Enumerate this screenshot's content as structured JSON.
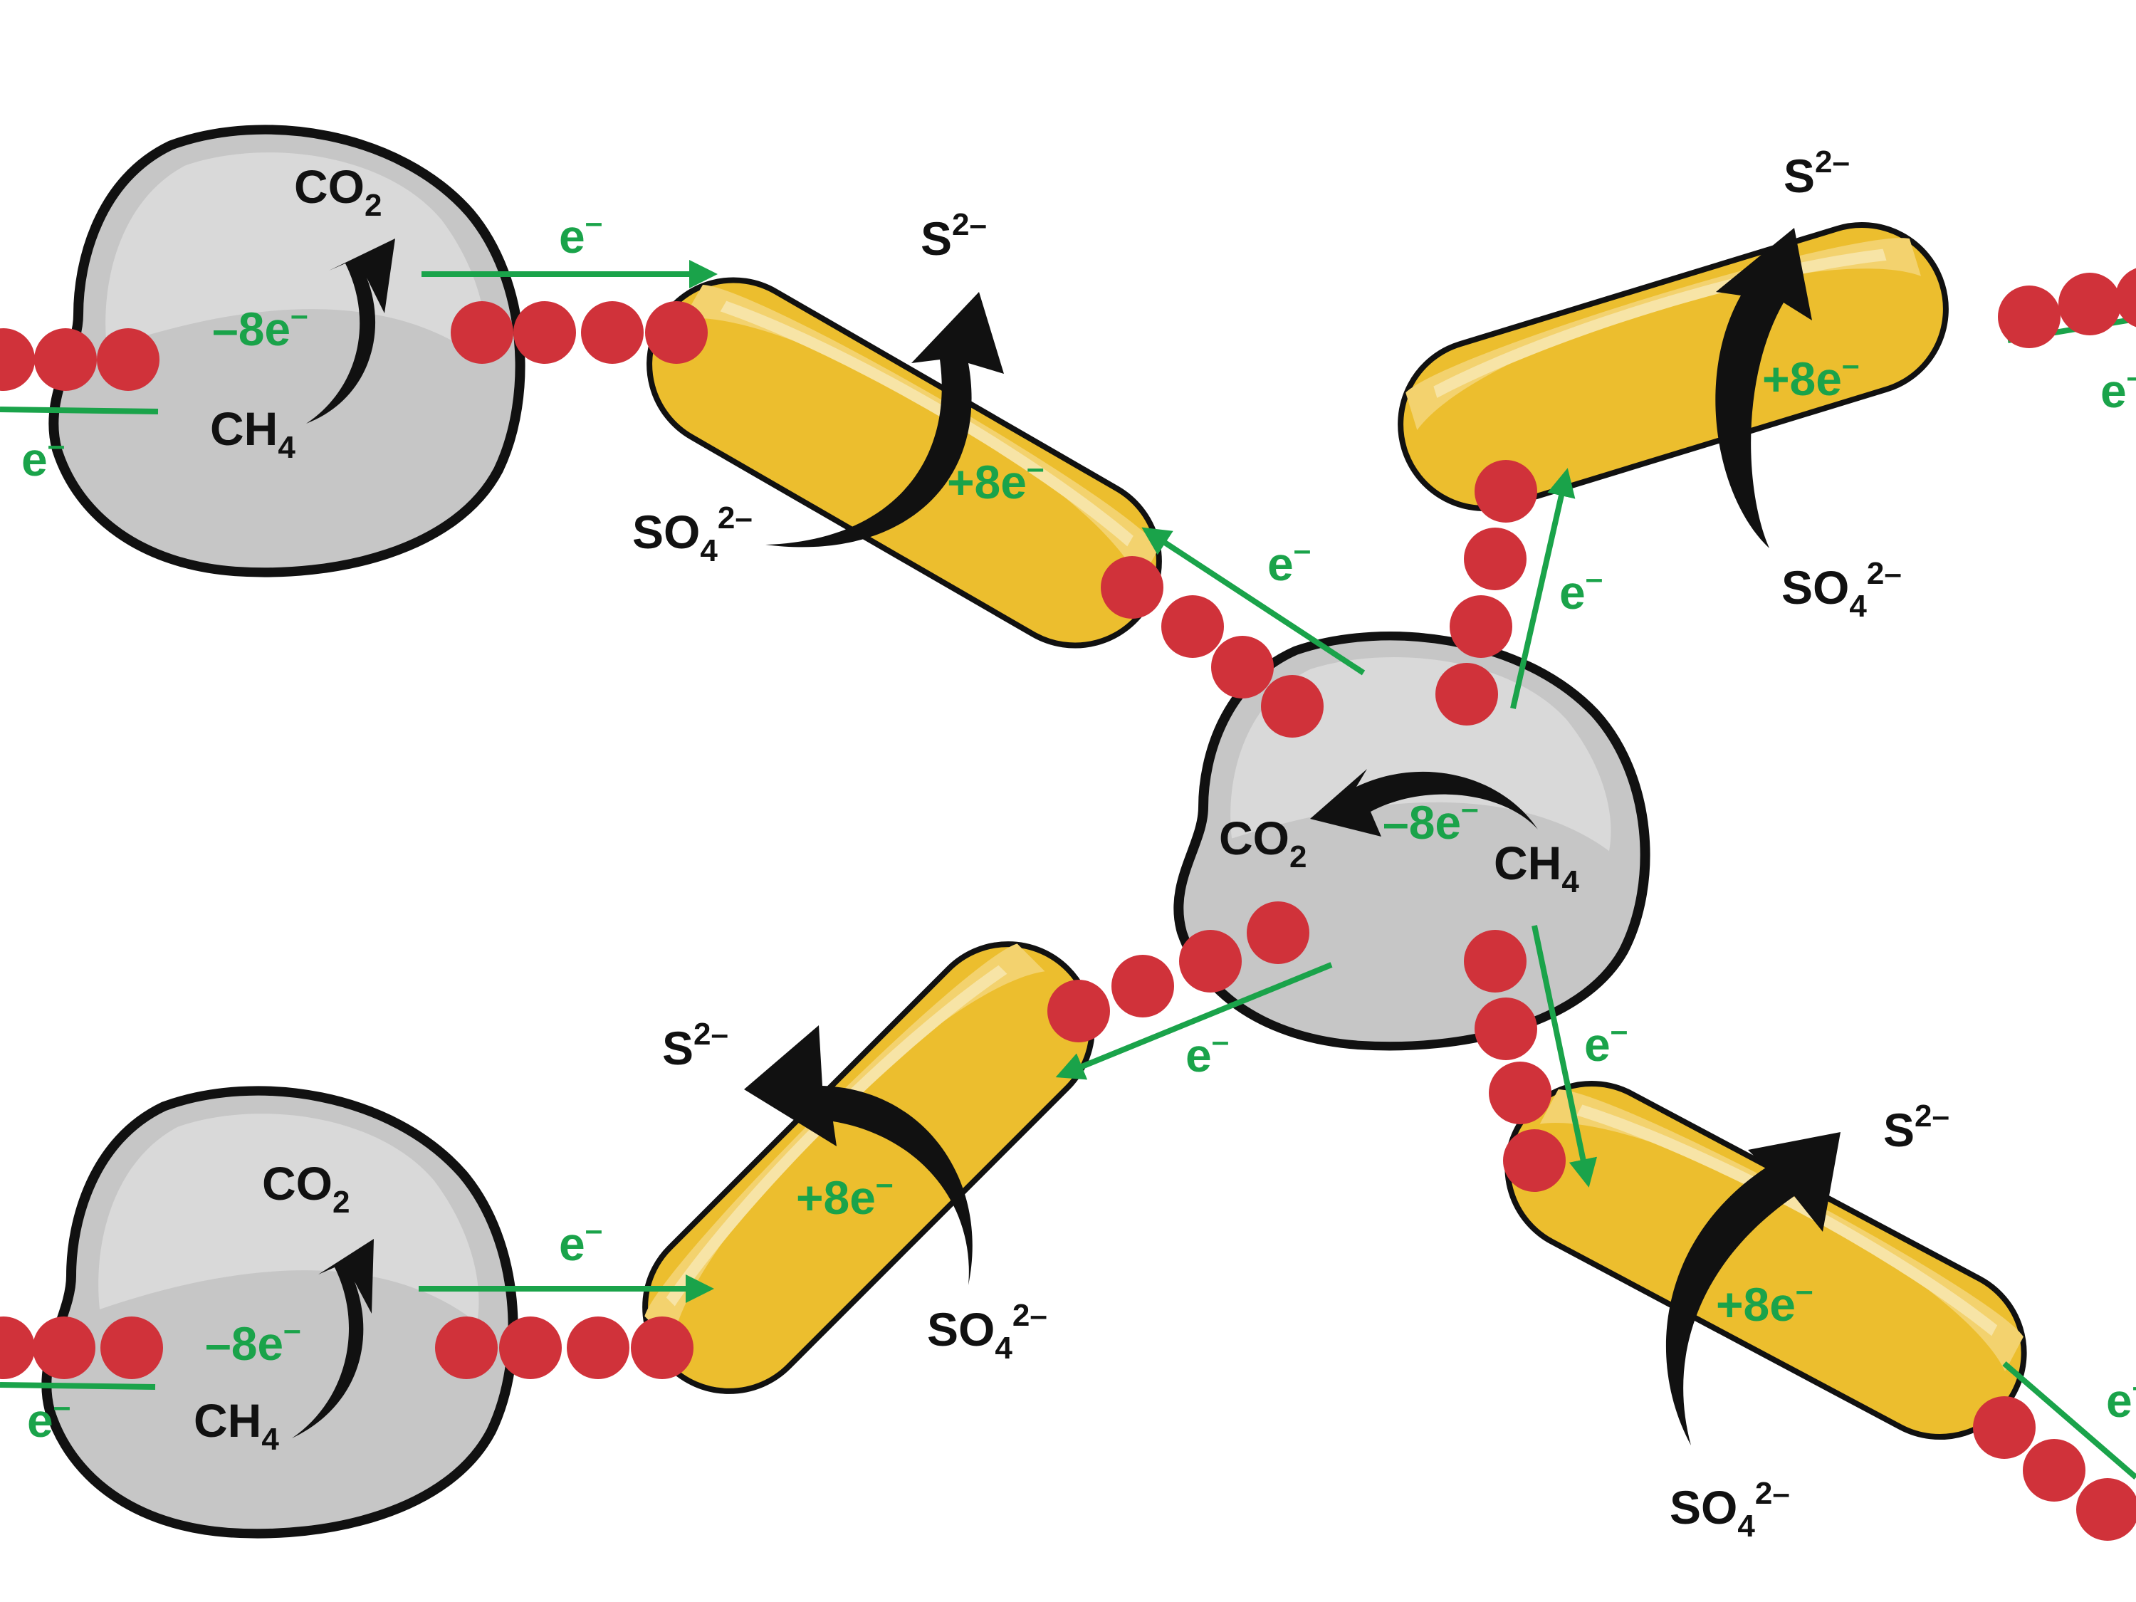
{
  "colors": {
    "archaea_fill": "#c6c6c6",
    "archaea_highlight": "#d9d9d9",
    "bacteria_fill": "#ecbe2e",
    "bacteria_highlight": "#f3d26e",
    "bacteria_shine": "#f7e4a6",
    "outline": "#111111",
    "nanowire": "#d0323a",
    "electron": "#1aa34a"
  },
  "labels": {
    "co2": "CO",
    "co2_sub": "2",
    "ch4": "CH",
    "ch4_sub": "4",
    "so4": "SO",
    "so4_sub": "4",
    "so4_sup": "2–",
    "s": "S",
    "s_sup": "2–",
    "electron": "e",
    "electron_sup": "–",
    "minus8e": "–8e",
    "plus8e": "+8e",
    "charge": "–"
  },
  "icons": [
    "curved-reaction-arrow-icon",
    "electron-transfer-arrow-icon"
  ]
}
